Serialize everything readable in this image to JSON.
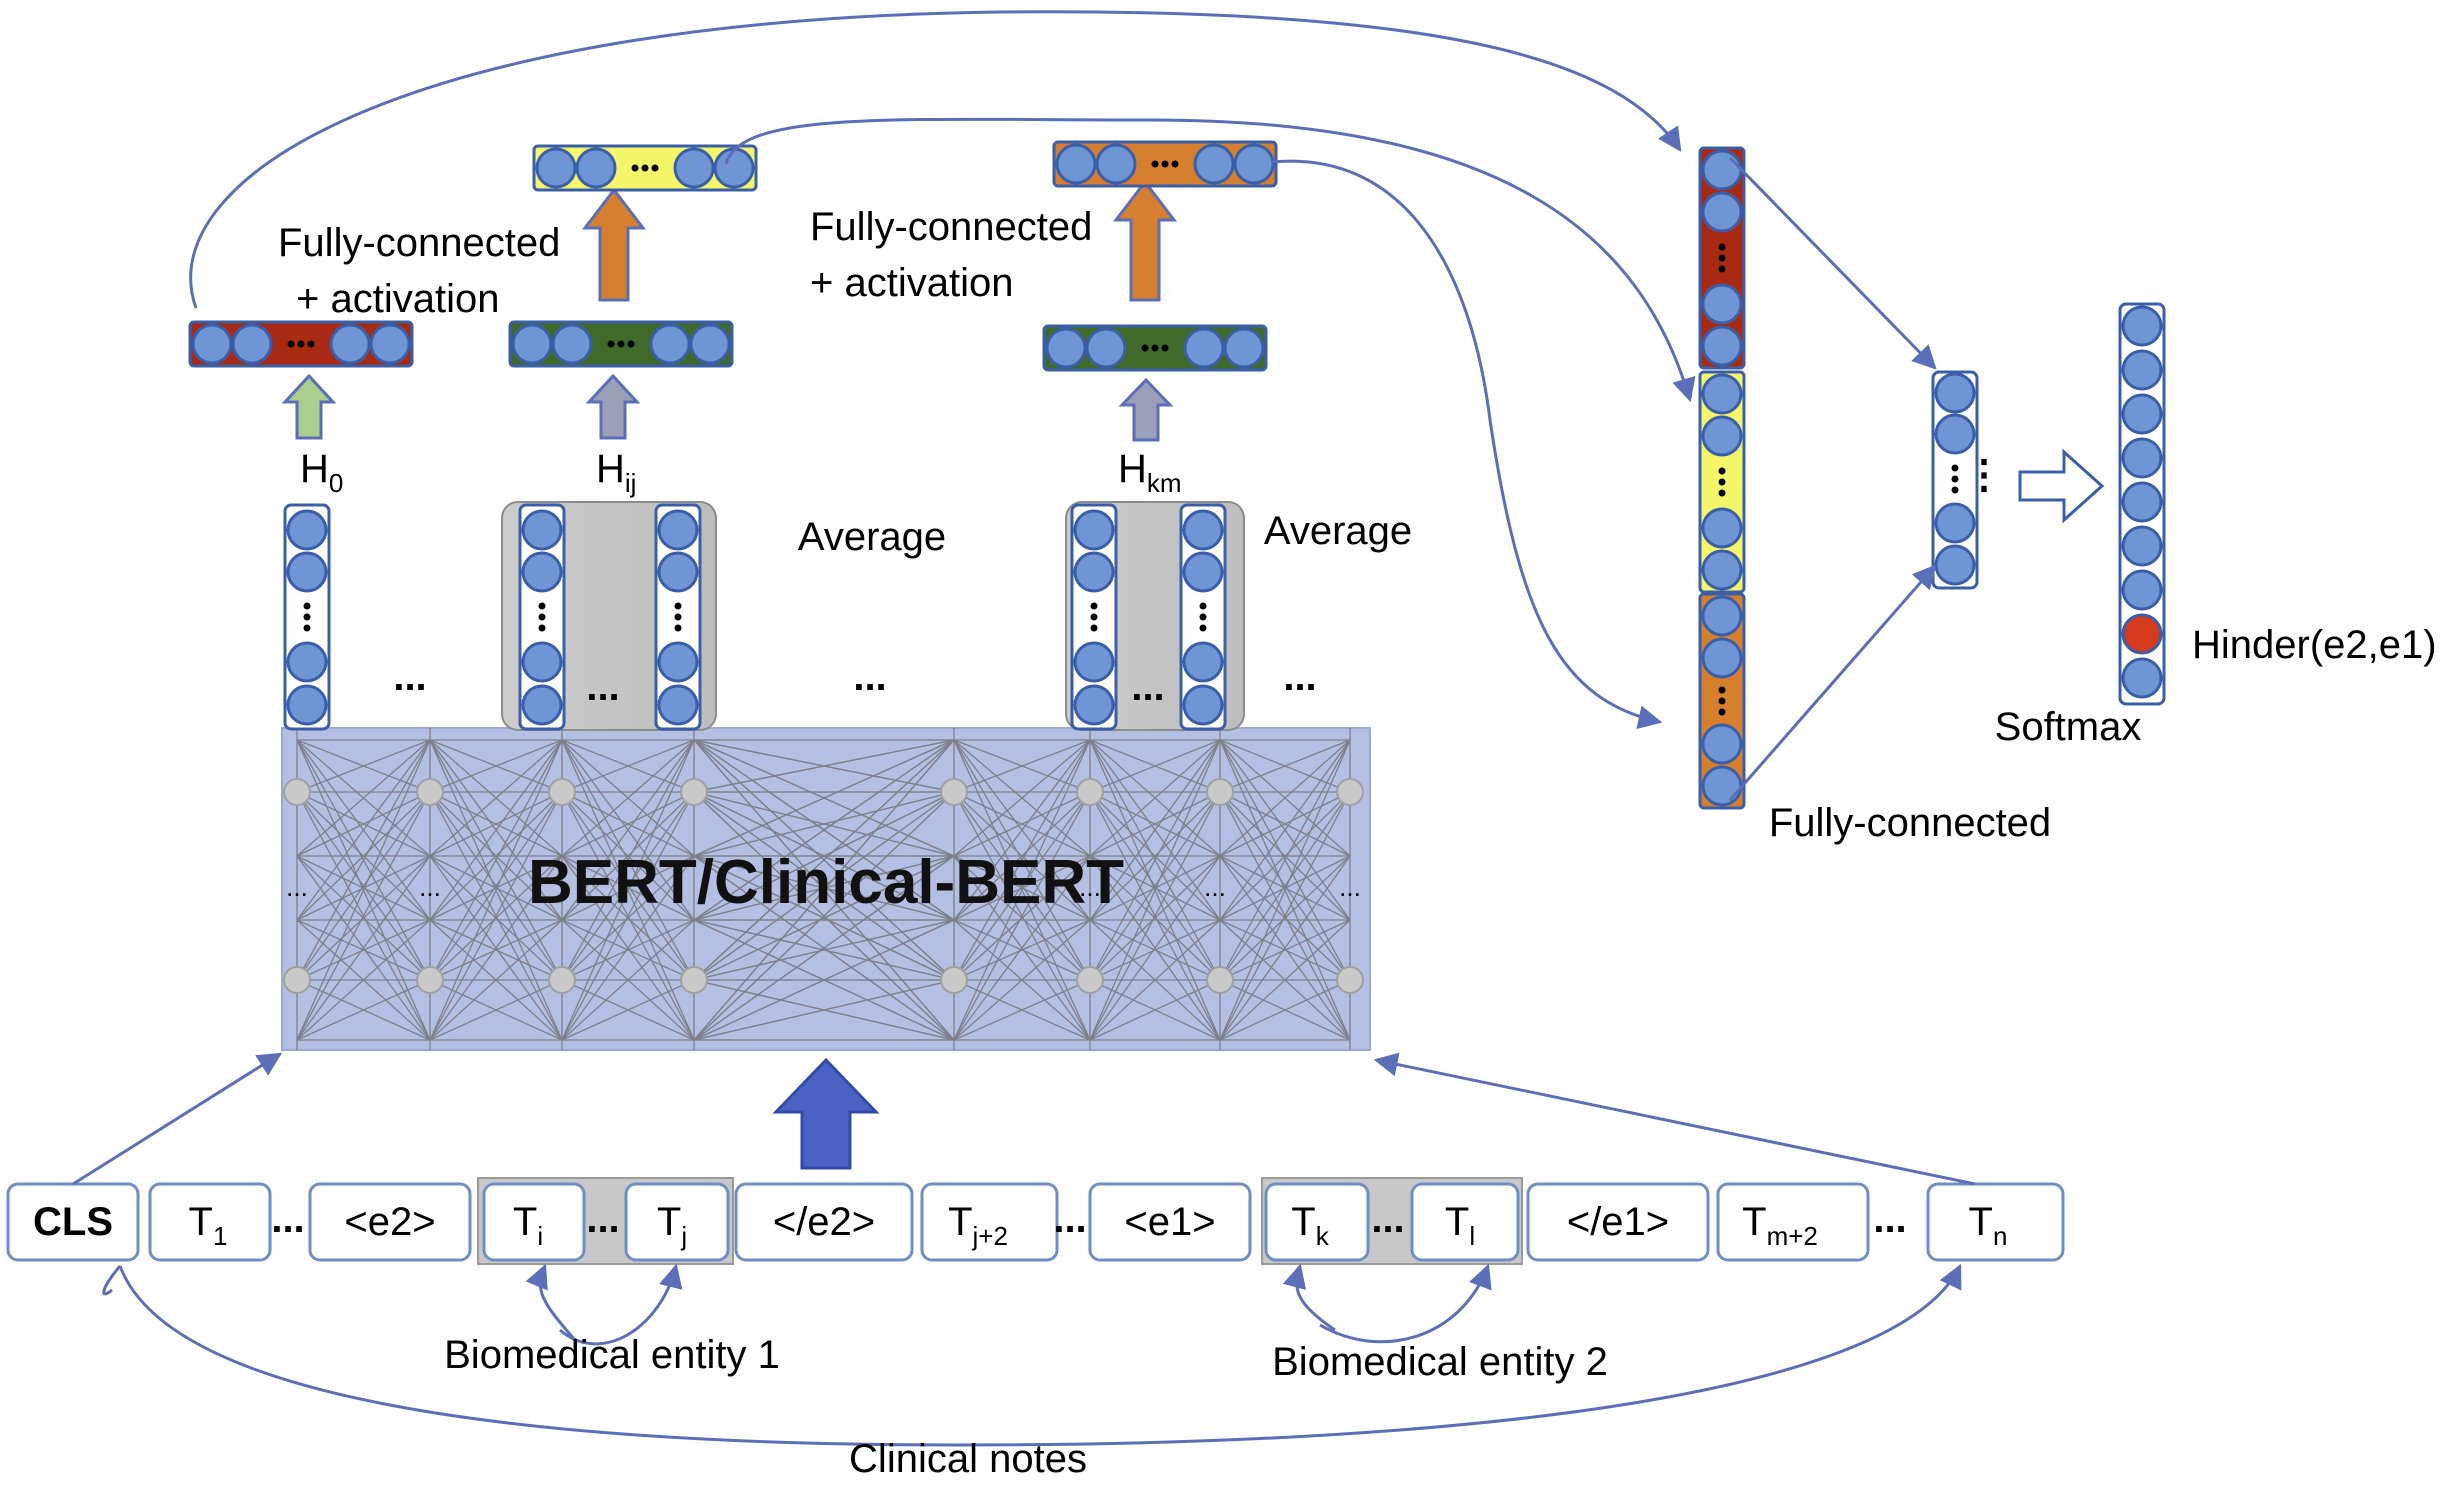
{
  "labels": {
    "fc_activation_1_line1": "Fully-connected",
    "fc_activation_1_line2": "+ activation",
    "fc_activation_2_line1": "Fully-connected",
    "fc_activation_2_line2": "+ activation",
    "average_1": "Average",
    "average_2": "Average",
    "bert": "BERT/Clinical-BERT",
    "fully_connected": "Fully-connected",
    "softmax": "Softmax",
    "output_label": "Hinder(e2,e1)",
    "entity_1": "Biomedical entity  1",
    "entity_2": "Biomedical entity 2",
    "clinical_notes": "Clinical notes",
    "h0_main": "H",
    "h0_sub": "0",
    "hij_main": "H",
    "hij_sub": "ij",
    "hkm_main": "H",
    "hkm_sub": "km",
    "ellipsis": "..."
  },
  "tokens": {
    "cls": "CLS",
    "t1_main": "T",
    "t1_sub": "1",
    "e2_open": "<e2>",
    "ti_main": "T",
    "ti_sub": "i",
    "tj_main": "T",
    "tj_sub": "j",
    "e2_close": "</e2>",
    "tj2_main": "T",
    "tj2_sub": "j+2",
    "e1_open": "<e1>",
    "tk_main": "T",
    "tk_sub": "k",
    "tl_main": "T",
    "tl_sub": "l",
    "e1_close": "</e1>",
    "tm2_main": "T",
    "tm2_sub": "m+2",
    "tn_main": "T",
    "tn_sub": "n"
  },
  "colors": {
    "node": "#7095d4",
    "red_vector": "#a82a12",
    "green_vector": "#3f6a2a",
    "yellow_vector": "#f5f56a",
    "orange_vector": "#d67f2e",
    "bert_block": "#b3bfe3",
    "gray_group": "#c8c8c8",
    "connector": "#5a6fb8",
    "output_node": "#d63a1c"
  }
}
